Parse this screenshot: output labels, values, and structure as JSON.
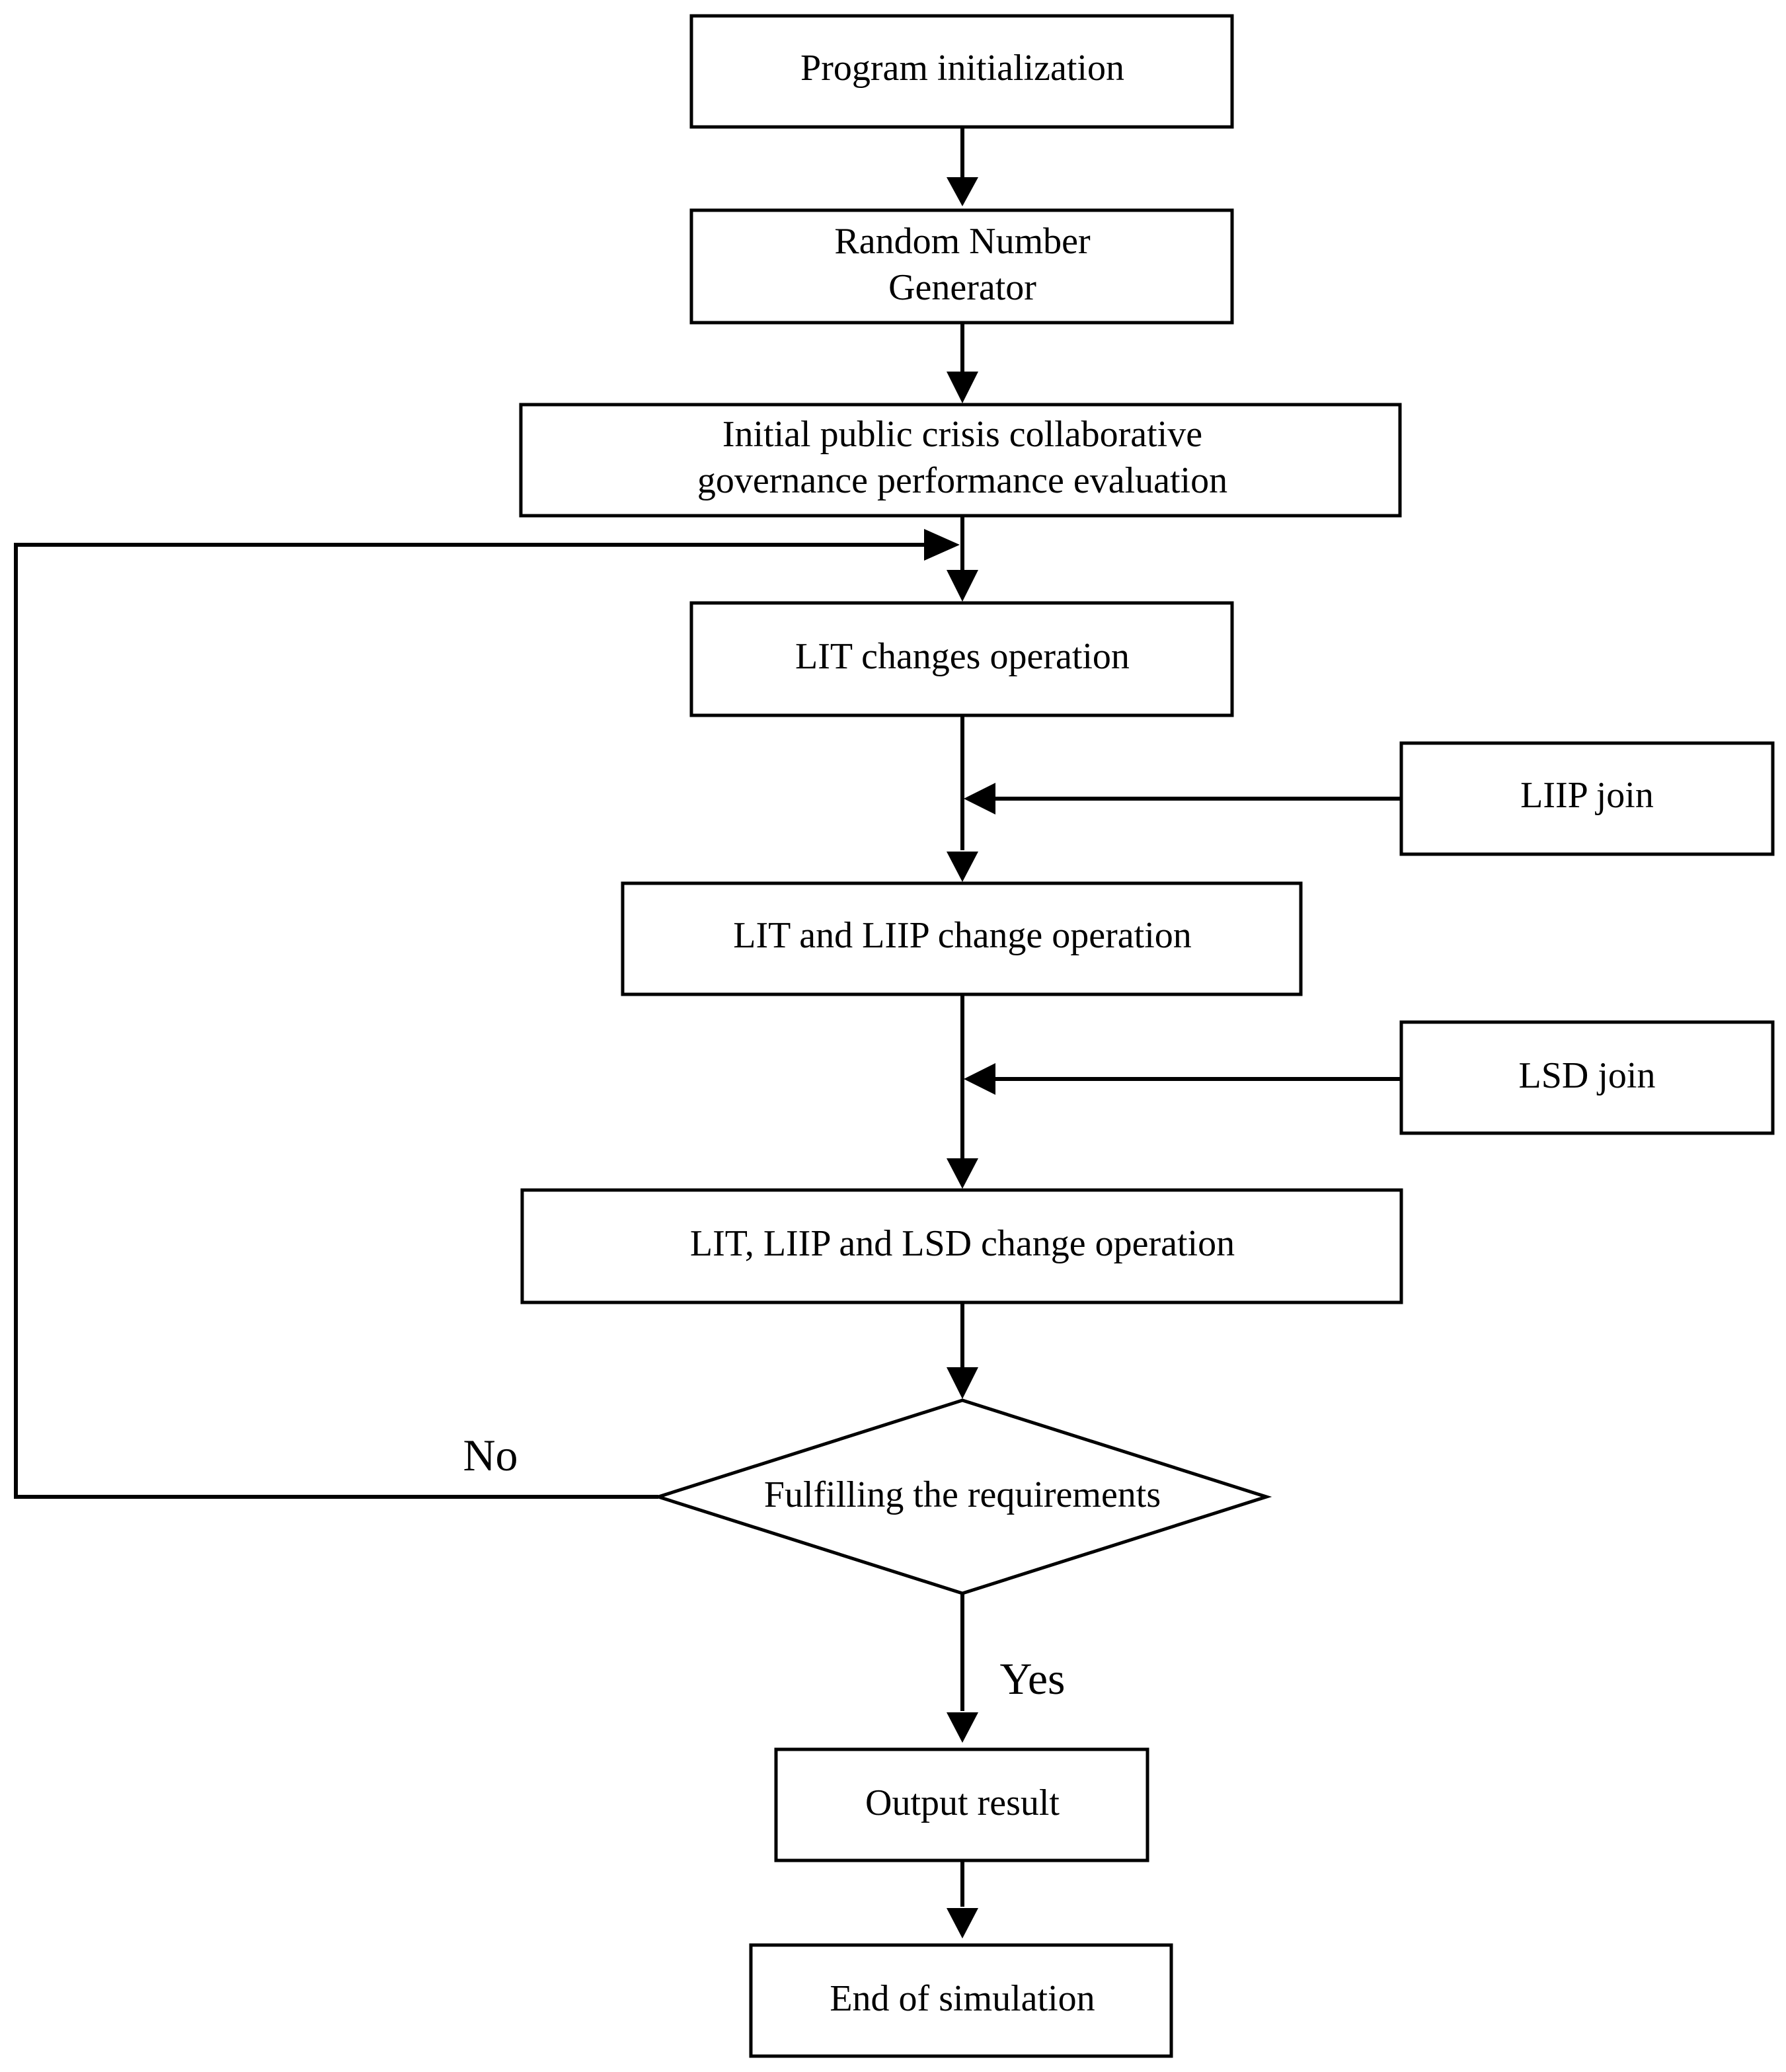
{
  "nodes": {
    "program_init": "Program initialization",
    "rng": [
      "Random Number",
      "Generator"
    ],
    "initial_eval": [
      "Initial public crisis collaborative",
      "governance performance evaluation"
    ],
    "lit_change": "LIT changes operation",
    "liip_join": "LIIP join",
    "lit_liip_change": "LIT and LIIP change operation",
    "lsd_join": "LSD join",
    "lit_liip_lsd_change": "LIT, LIIP and LSD change operation",
    "decision": "Fulfilling the requirements",
    "output": "Output result",
    "end": "End of simulation"
  },
  "edge_labels": {
    "no": "No",
    "yes": "Yes"
  }
}
